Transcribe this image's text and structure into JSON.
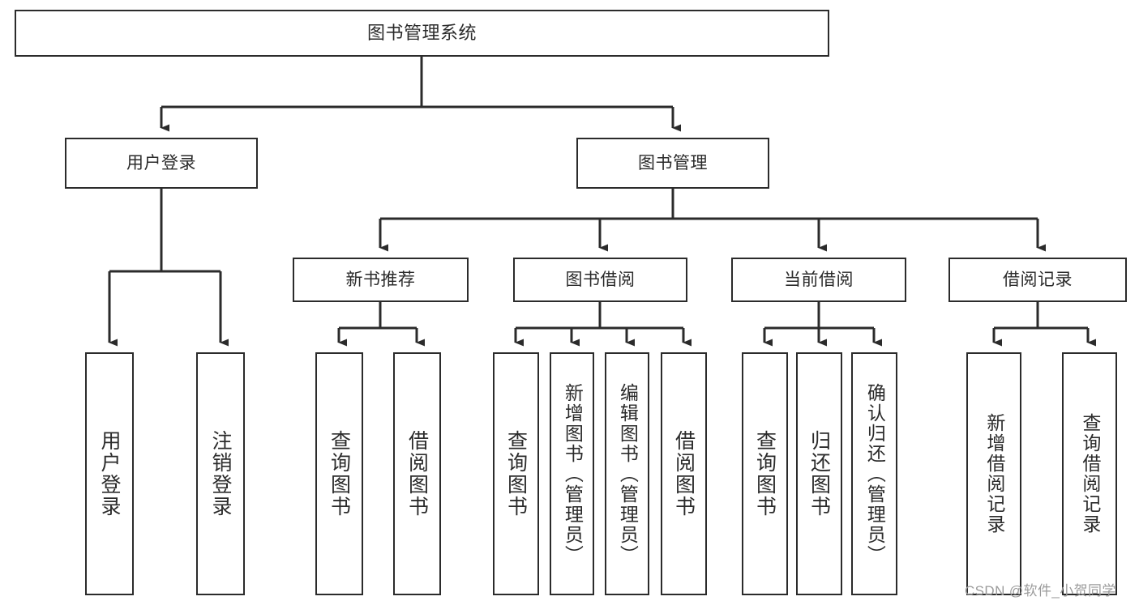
{
  "diagram": {
    "title": "图书管理系统",
    "type": "tree",
    "watermark": "CSDN @软件_小贺同学",
    "colors": {
      "stroke": "#2b2b2b",
      "fill": "#ffffff",
      "text": "#2b2b2b",
      "watermark": "#9b9b9b"
    },
    "nodes": {
      "root": {
        "label": "图书管理系统"
      },
      "level2": [
        {
          "label": "用户登录"
        },
        {
          "label": "图书管理"
        }
      ],
      "level3": [
        {
          "label": "新书推荐"
        },
        {
          "label": "图书借阅"
        },
        {
          "label": "当前借阅"
        },
        {
          "label": "借阅记录"
        }
      ],
      "leaves_user_login": [
        {
          "label": "用户登录"
        },
        {
          "label": "注销登录"
        }
      ],
      "leaves_new_book": [
        {
          "label": "查询图书"
        },
        {
          "label": "借阅图书"
        }
      ],
      "leaves_borrow": [
        {
          "label": "查询图书"
        },
        {
          "label": "新增图书（管理员）"
        },
        {
          "label": "编辑图书（管理员）"
        },
        {
          "label": "借阅图书"
        }
      ],
      "leaves_current": [
        {
          "label": "查询图书"
        },
        {
          "label": "归还图书"
        },
        {
          "label": "确认归还（管理员）"
        }
      ],
      "leaves_records": [
        {
          "label": "新增借阅记录"
        },
        {
          "label": "查询借阅记录"
        }
      ]
    }
  }
}
